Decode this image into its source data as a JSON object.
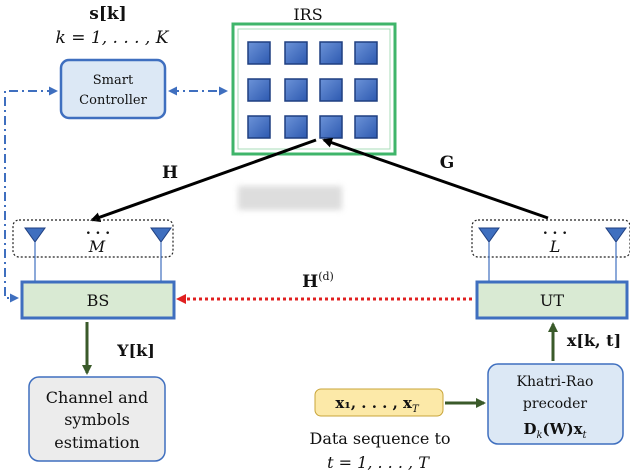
{
  "irs": {
    "title": "IRS",
    "phase": "s[k]",
    "index_range": "k = 1, . . . , K"
  },
  "controller": {
    "line1": "Smart",
    "line2": "Controller"
  },
  "bs": {
    "label": "BS",
    "antennas": "M",
    "dots": ". . ."
  },
  "ut": {
    "label": "UT",
    "antennas": "L",
    "dots": ". . ."
  },
  "channels": {
    "h": "H",
    "g": "G",
    "hd_main": "H",
    "hd_sup": "(d)"
  },
  "received": "Y[k]",
  "ut_input": "x[k, t]",
  "estimation": {
    "line1": "Channel and",
    "line2": "symbols",
    "line3": "estimation"
  },
  "precoder": {
    "line1": "Khatri-Rao",
    "line2": "precoder",
    "line3": "D",
    "line3_sub": "k",
    "line3_rest": "(W)x",
    "line3_sub2": "t"
  },
  "data_seq": {
    "box": "x₁, . . . , x",
    "box_sub": "T",
    "caption1": "Data sequence to",
    "caption2": "t = 1,  . . . ,  T"
  },
  "colors": {
    "accent_blue": "#3f6fbf",
    "box_green": "#d9ead3",
    "controller_fill": "#dce8f5",
    "data_fill": "#fce9a8",
    "irs_border": "#3fb56a",
    "red_arrow": "#e02020",
    "green_arrow": "#3a5a2a",
    "antenna_blue": "#3f6fbf"
  }
}
